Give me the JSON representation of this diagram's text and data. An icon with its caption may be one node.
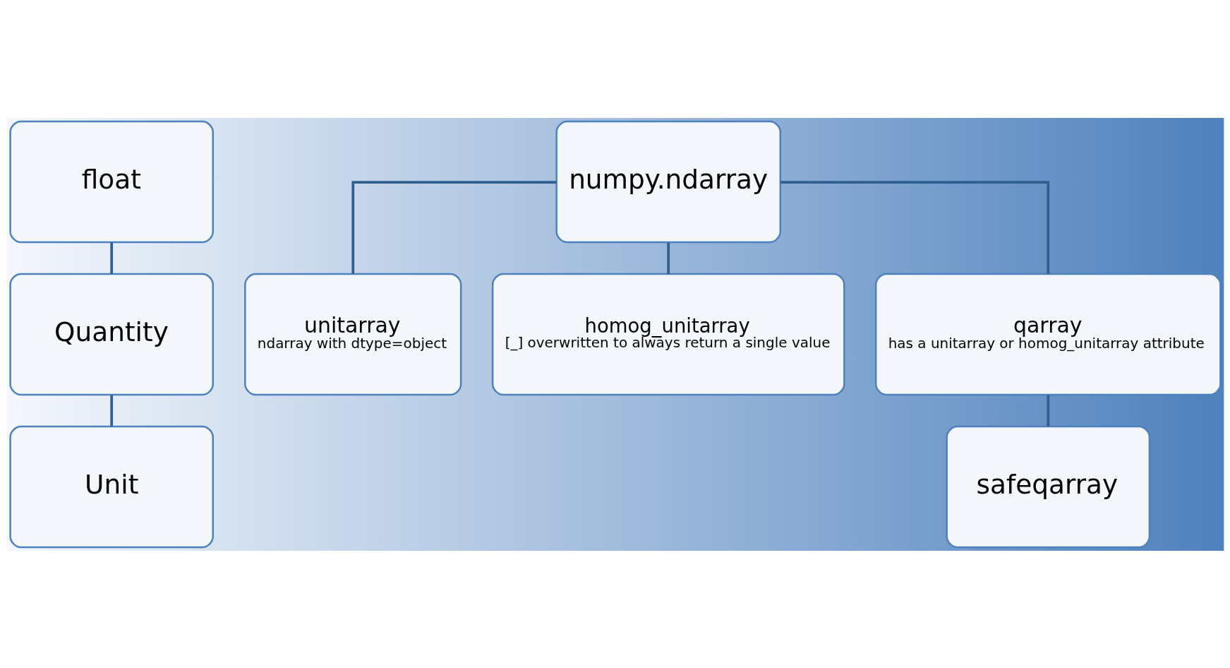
{
  "diagram": {
    "nodes": [
      {
        "text": [
          "float"
        ]
      },
      {
        "text": [
          "Quantity"
        ]
      },
      {
        "text": [
          "Unit"
        ]
      },
      {
        "text": [
          "numpy.ndarray"
        ]
      },
      {
        "text": [
          "unitarray",
          "ndarray with dtype=object"
        ]
      },
      {
        "text": [
          "homog_unitarray",
          "[_] overwritten to always return a single value"
        ]
      },
      {
        "text": [
          "qarray",
          "has a unitarray or homog_unitarray attribute"
        ]
      },
      {
        "text": [
          "safeqarray"
        ]
      }
    ],
    "edges": [
      {
        "from": 0,
        "to": 1,
        "arrow": "none"
      },
      {
        "from": 1,
        "to": 2,
        "arrow": "none"
      },
      {
        "from": 3,
        "to": 4,
        "arrow": "none"
      },
      {
        "from": 3,
        "to": 5,
        "arrow": "none"
      },
      {
        "from": 3,
        "to": 6,
        "arrow": "none"
      },
      {
        "from": 6,
        "to": 7,
        "arrow": "none"
      }
    ]
  }
}
